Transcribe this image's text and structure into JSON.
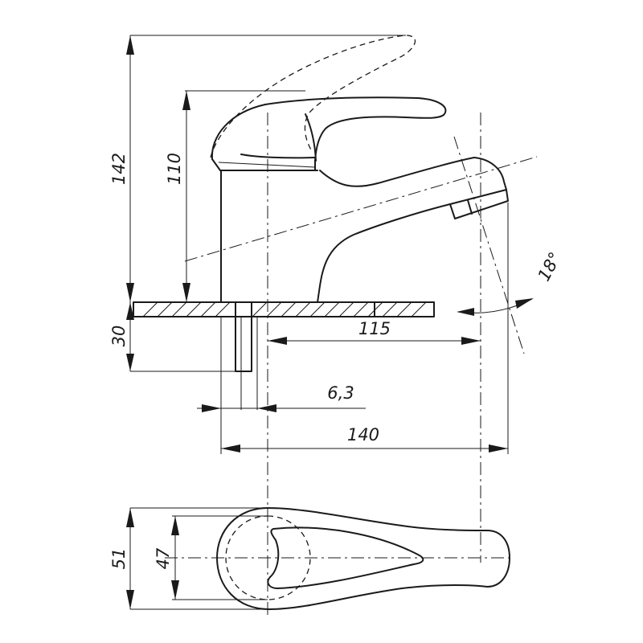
{
  "dimensions": {
    "total_height": "142",
    "spout_height": "110",
    "deck_thickness": "30",
    "spout_reach": "115",
    "thread_offset": "6,3",
    "overall_length": "140",
    "body_width": "51",
    "base_diameter": "47",
    "spout_angle": "18°"
  }
}
